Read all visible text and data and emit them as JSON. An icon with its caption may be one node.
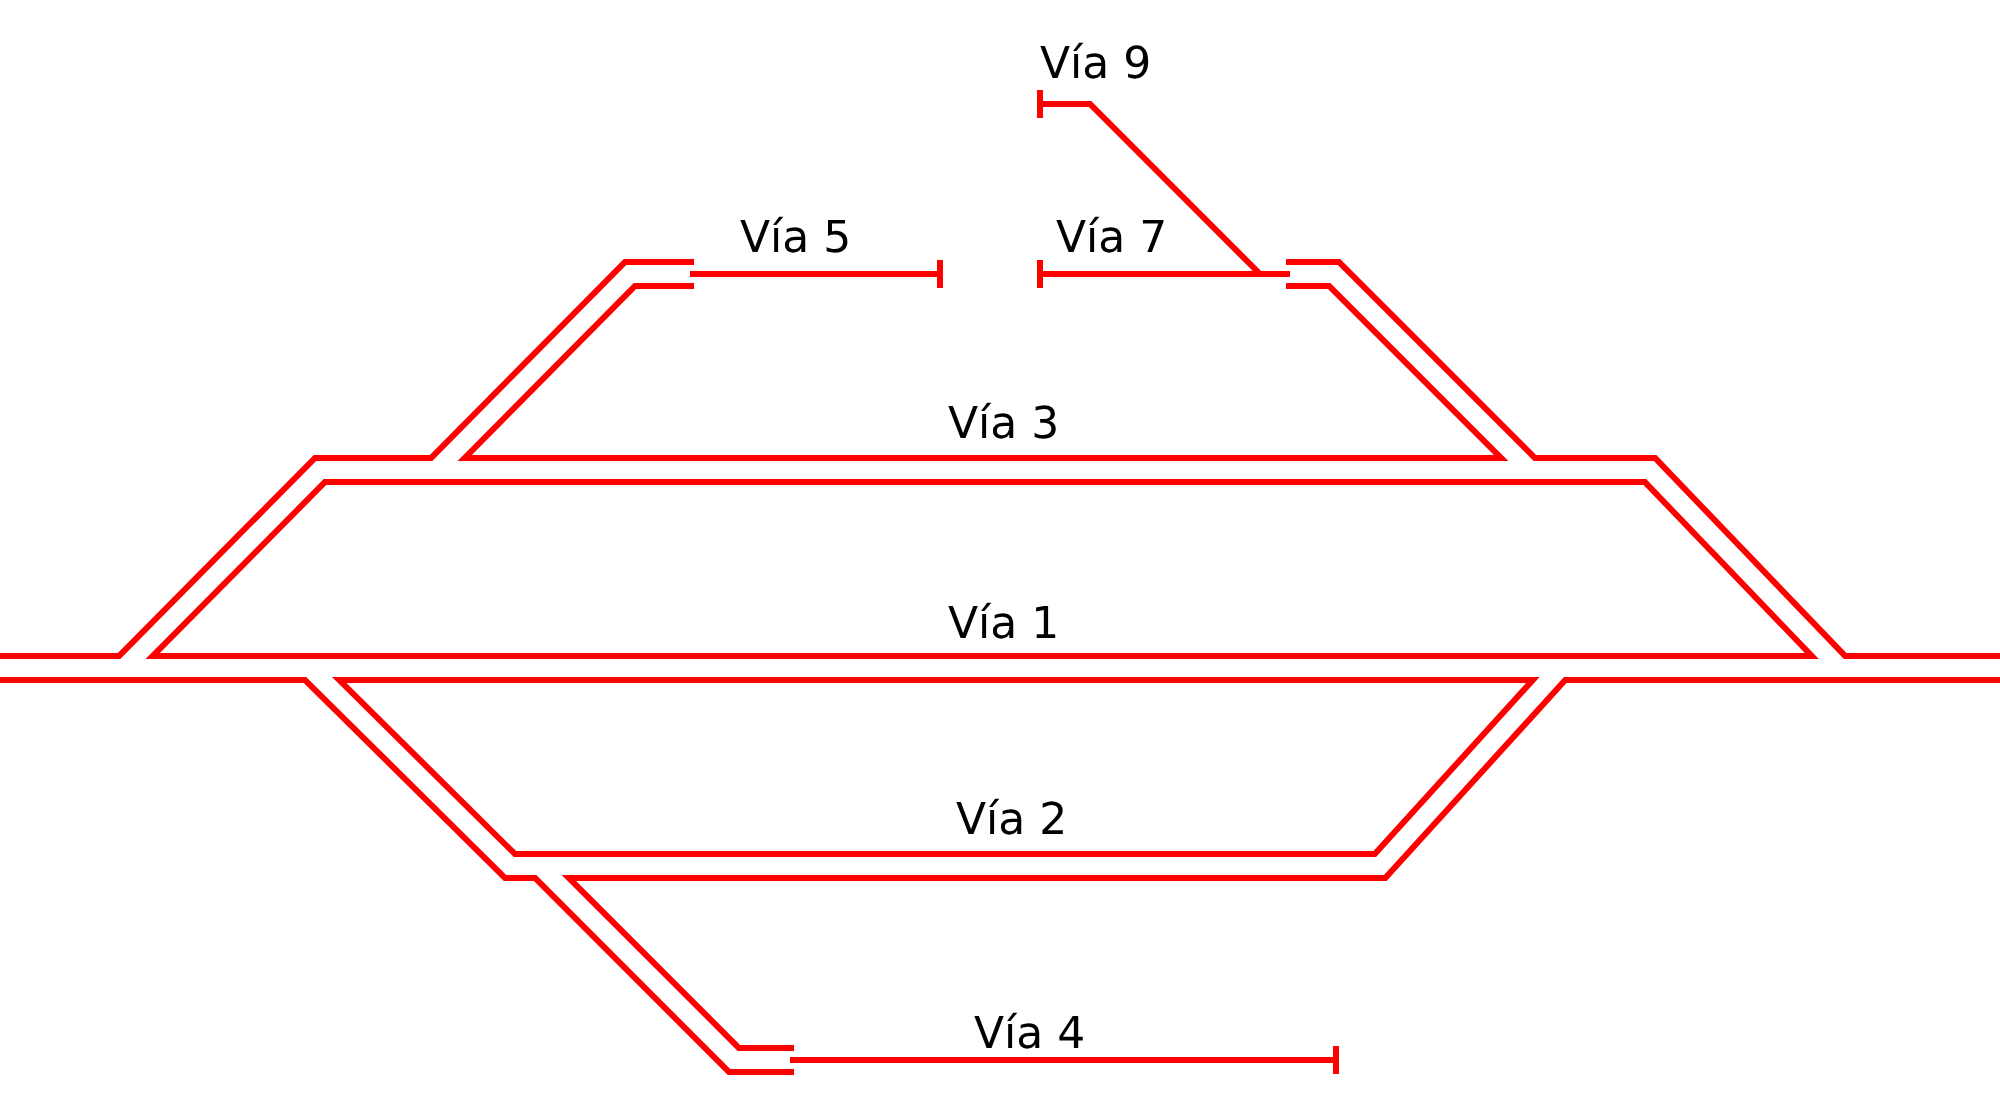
{
  "diagram": {
    "labels": [
      "Vía 9",
      "Vía 5",
      "Vía 7",
      "Vía 3",
      "Vía 1",
      "Vía 2",
      "Vía 4"
    ]
  }
}
